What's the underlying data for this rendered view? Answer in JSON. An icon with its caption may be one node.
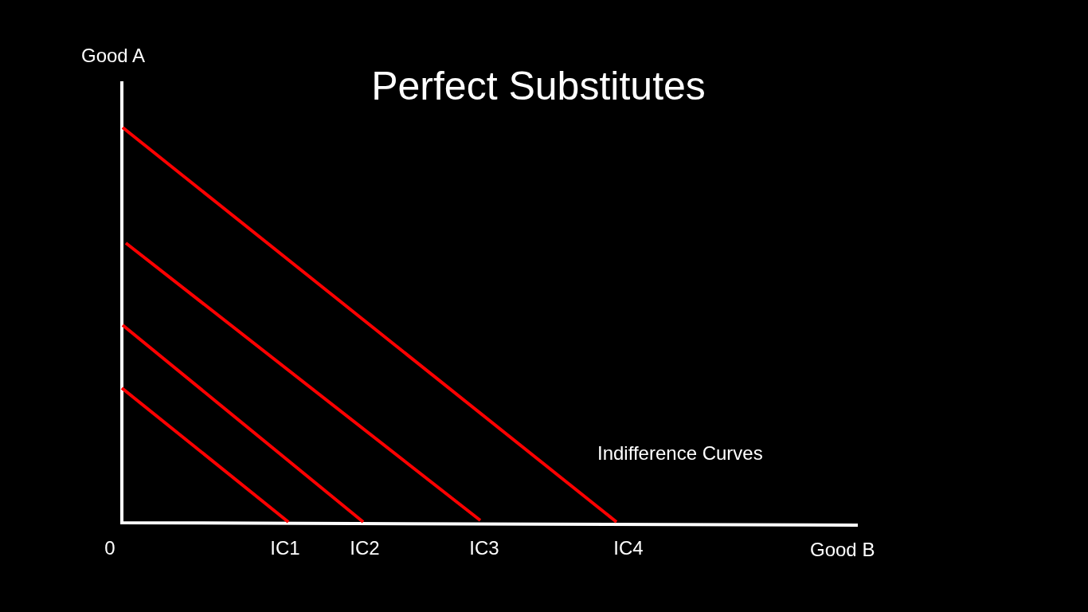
{
  "diagram": {
    "title": "Perfect Substitutes",
    "labels": [
      "Good A",
      "Indifference Curves",
      "0",
      "IC1",
      "IC2",
      "IC3",
      "IC4",
      "Good B"
    ]
  }
}
